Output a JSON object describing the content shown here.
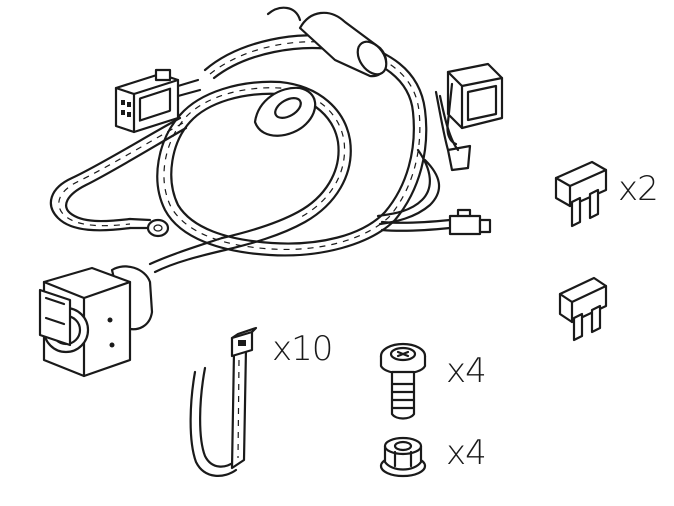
{
  "parts": {
    "fuse_quantity": "x2",
    "cable_tie_quantity": "x10",
    "bolt_quantity": "x4",
    "nut_quantity": "x4"
  },
  "icons": [
    "wiring-harness-icon",
    "trailer-socket-icon",
    "fuse-icon",
    "cable-tie-icon",
    "bolt-icon",
    "flange-nut-icon"
  ]
}
